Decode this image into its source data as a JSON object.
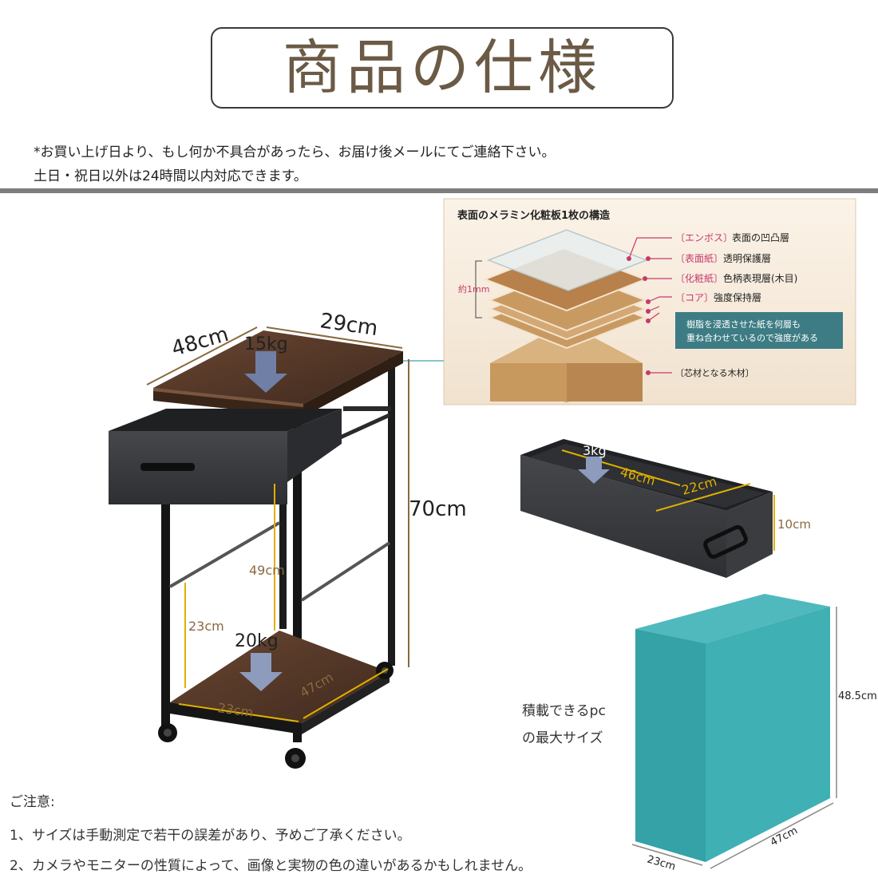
{
  "header": {
    "title": "商品の仕様",
    "notice_line1": "*お買い上げ日より、もし何か不具合があったら、お届け後メールにてご連絡下さい。",
    "notice_line2": "土日・祝日以外は24時間以内対応できます。"
  },
  "layers": {
    "title": "表面のメラミン化粧板1枚の構造",
    "thickness": "約1mm",
    "emboss_tag": "〔エンボス〕",
    "emboss_desc": "表面の凹凸層",
    "surface_tag": "〔表面紙〕",
    "surface_desc": "透明保護層",
    "decor_tag": "〔化粧紙〕",
    "decor_desc": "色柄表現層(木目)",
    "core_tag": "〔コア〕",
    "core_desc": "強度保持層",
    "note_line1": "樹脂を浸透させた紙を何層も",
    "note_line2": "重ね合わせているので強度がある",
    "wood_label": "〔芯材となる木材〕"
  },
  "cart": {
    "width": "29cm",
    "depth": "48cm",
    "height": "70cm",
    "top_load": "15kg",
    "bottom_load": "20kg",
    "inner_height": "49cm",
    "lower_height": "23cm",
    "shelf_depth": "47cm",
    "shelf_width": "23cm"
  },
  "drawer": {
    "load": "3kg",
    "length": "46cm",
    "width": "22cm",
    "height": "10cm"
  },
  "pc": {
    "caption_line1": "積載できるpc",
    "caption_line2": "の最大サイズ",
    "height": "48.5cm",
    "depth": "47cm",
    "width": "23cm"
  },
  "notes": {
    "heading": "ご注意:",
    "line1": "1、サイズは手動測定で若干の誤差があり、予めご了承ください。",
    "line2": "2、カメラやモニターの性質によって、画像と実物の色の違いがあるかもしれません。"
  },
  "colors": {
    "title_text": "#6b5a45",
    "wood": "#5a3a28",
    "fabric": "#3b3d40",
    "pc_box": "#3aa8ac",
    "dimension": "#8a6a40",
    "accent_pink": "#c8386a",
    "note_box": "#3d7c84"
  }
}
